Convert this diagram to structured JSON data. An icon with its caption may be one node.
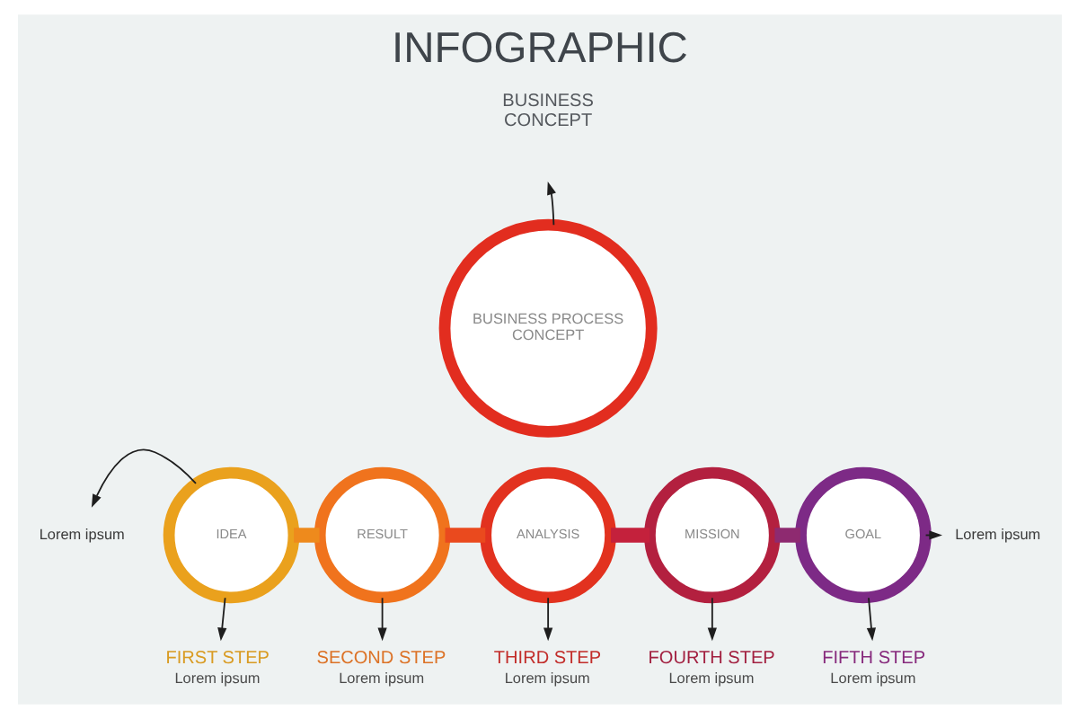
{
  "diagram": {
    "title": "INFOGRAPHIC",
    "nodes": [
      {
        "text": [
          "BUSINESS PROCESS CONCEPT"
        ]
      },
      {
        "text": [
          "Lorem ipsum"
        ]
      },
      {
        "text": [
          "IDEA"
        ]
      },
      {
        "text": [
          "RESULT"
        ]
      },
      {
        "text": [
          "ANALYSIS"
        ]
      },
      {
        "text": [
          "MISSION"
        ]
      },
      {
        "text": [
          "GOAL"
        ]
      },
      {
        "text": [
          "Lorem ipsum"
        ]
      },
      {
        "text": [
          "FIRST STEP",
          "Lorem ipsum"
        ]
      },
      {
        "text": [
          "SECOND STEP",
          "Lorem ipsum"
        ]
      },
      {
        "text": [
          "THIRD STEP",
          "Lorem ipsum"
        ]
      },
      {
        "text": [
          "FOURTH STEP",
          "Lorem ipsum"
        ]
      },
      {
        "text": [
          "FIFTH STEP",
          "Lorem ipsum"
        ]
      }
    ],
    "edges": [
      {
        "from": 0,
        "to": null,
        "arrow": "to"
      },
      {
        "from": 2,
        "to": 1,
        "arrow": "to"
      },
      {
        "from": 6,
        "to": 7,
        "arrow": "to"
      },
      {
        "from": 2,
        "to": 8,
        "arrow": "to"
      },
      {
        "from": 3,
        "to": 9,
        "arrow": "to"
      },
      {
        "from": 4,
        "to": 10,
        "arrow": "to"
      },
      {
        "from": 5,
        "to": 11,
        "arrow": "to"
      },
      {
        "from": 6,
        "to": 12,
        "arrow": "to"
      },
      {
        "from": 2,
        "to": 3,
        "arrow": "none",
        "style": "thick",
        "color": "#ee8a1c"
      },
      {
        "from": 3,
        "to": 4,
        "arrow": "none",
        "style": "thick",
        "color": "#ea4a1e"
      },
      {
        "from": 4,
        "to": 5,
        "arrow": "none",
        "style": "thick",
        "color": "#c4213c"
      },
      {
        "from": 5,
        "to": 6,
        "arrow": "none",
        "style": "thick",
        "color": "#8e2a70"
      }
    ],
    "labels": [
      "BUSINESS CONCEPT"
    ]
  }
}
